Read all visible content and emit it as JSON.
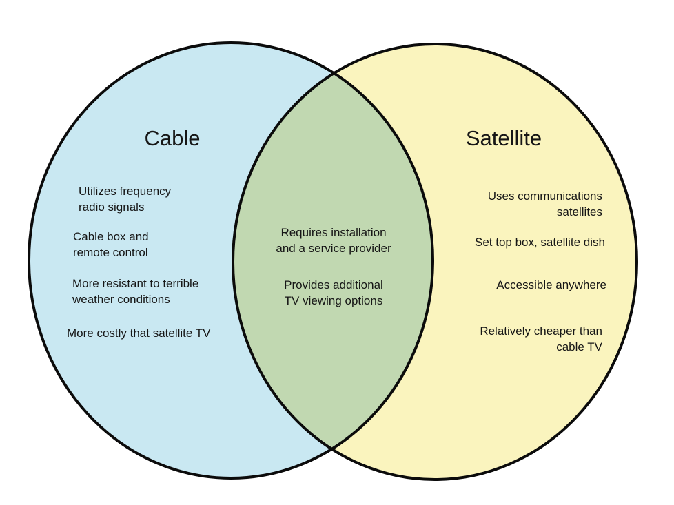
{
  "diagram": {
    "type": "venn",
    "left": {
      "title": "Cable",
      "items": [
        "Utilizes frequency\nradio signals",
        "Cable box and\nremote control",
        "More resistant to terrible\nweather conditions",
        "More costly that satellite TV"
      ]
    },
    "overlap": {
      "items": [
        "Requires installation\nand a service provider",
        "Provides additional\nTV viewing options"
      ]
    },
    "right": {
      "title": "Satellite",
      "items": [
        "Uses communications\nsatellites",
        "Set top box, satellite dish",
        "Accessible anywhere",
        "Relatively cheaper than\ncable TV"
      ]
    },
    "colors": {
      "left_fill": "#c9e8f2",
      "right_fill": "#faf4be",
      "overlap_fill": "#c1d8b1",
      "outline": "#0b0b0b",
      "text": "#161616",
      "background": "#ffffff"
    }
  }
}
